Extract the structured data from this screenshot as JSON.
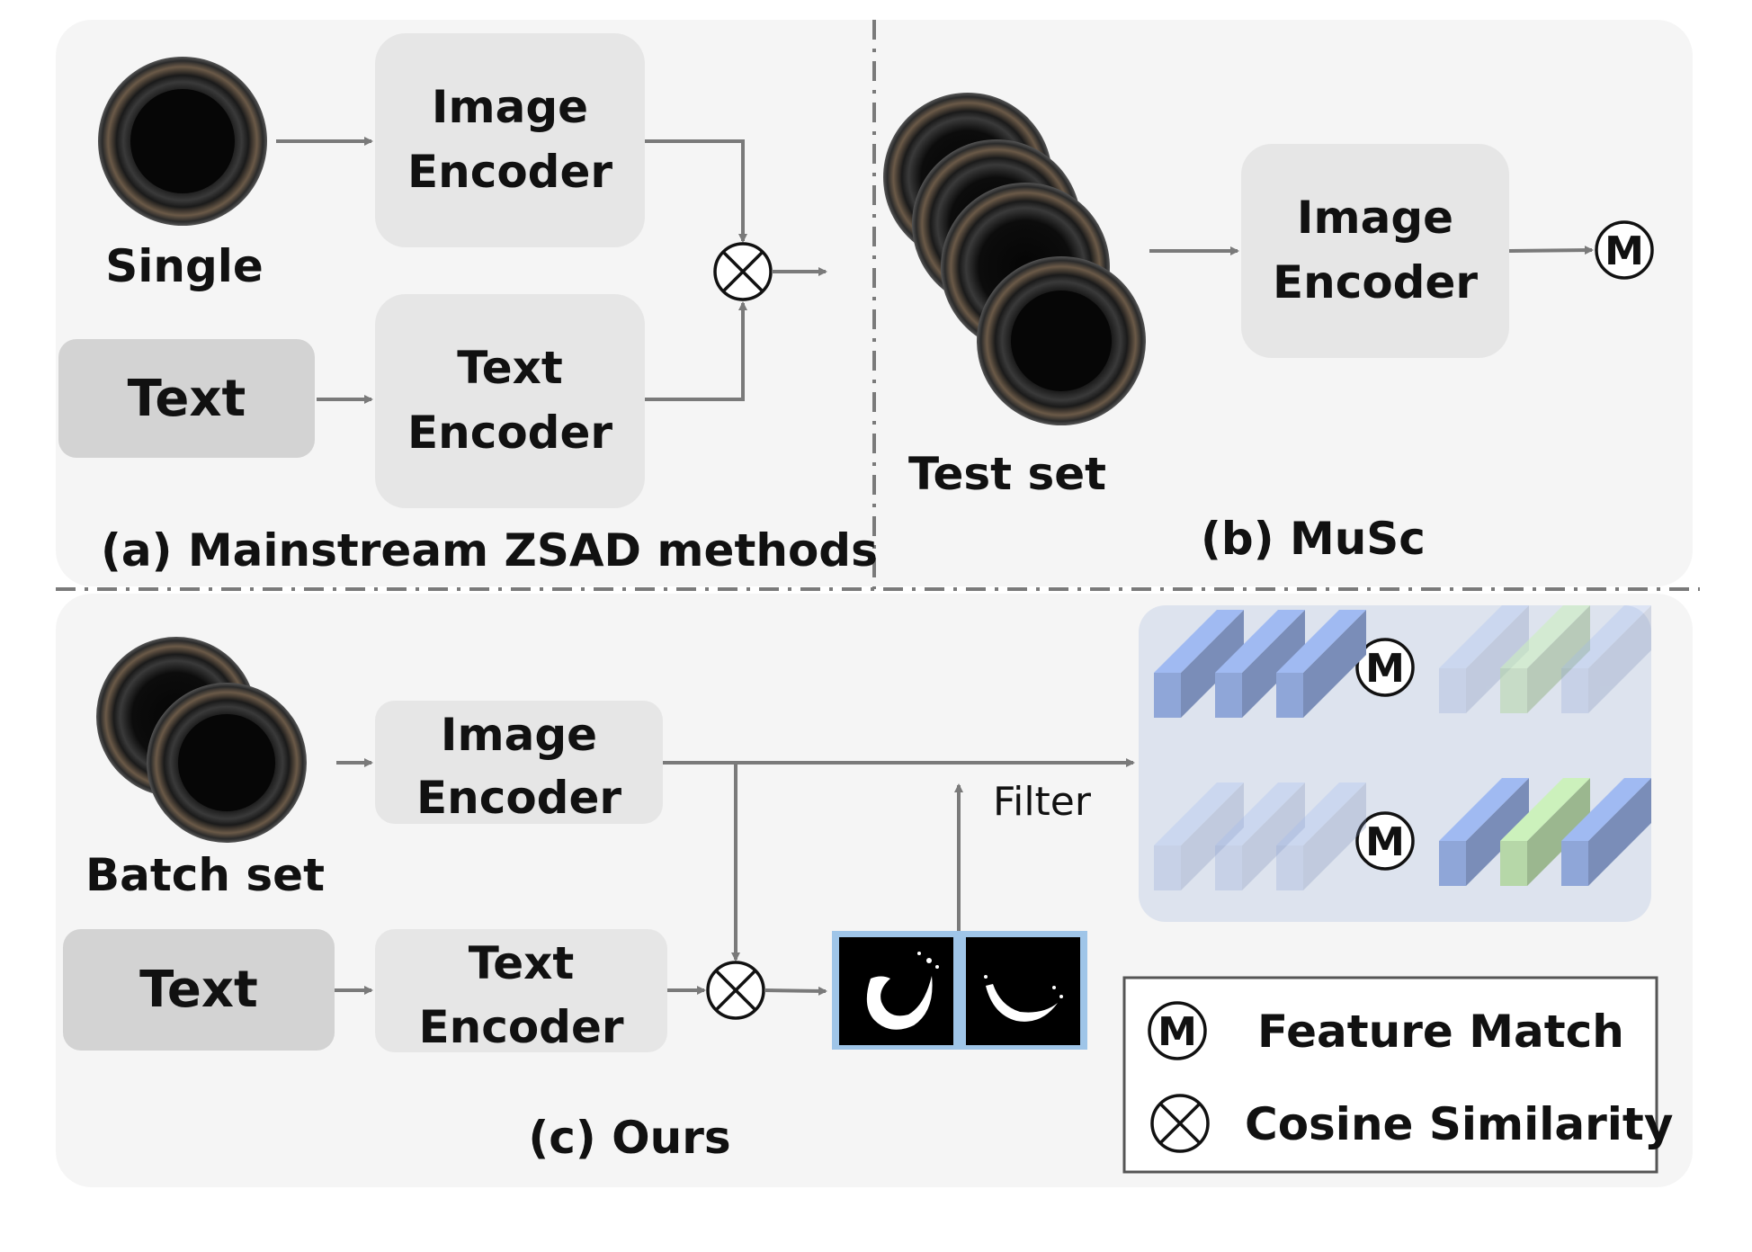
{
  "panel_a": {
    "caption": "(a) Mainstream ZSAD methods",
    "single_label": "Single",
    "text_box_label": "Text",
    "image_encoder": [
      "Image",
      "Encoder"
    ],
    "text_encoder": [
      "Text",
      "Encoder"
    ]
  },
  "panel_b": {
    "caption": "(b) MuSc",
    "test_set_label": "Test set",
    "image_encoder": [
      "Image",
      "Encoder"
    ]
  },
  "panel_c": {
    "caption": "(c) Ours",
    "batch_set_label": "Batch set",
    "text_box_label": "Text",
    "image_encoder": [
      "Image",
      "Encoder"
    ],
    "text_encoder": [
      "Text",
      "Encoder"
    ],
    "filter_label": "Filter"
  },
  "legend": {
    "feature_match": "Feature Match",
    "cosine_similarity": "Cosine Similarity"
  },
  "symbols": {
    "match": "M"
  },
  "colors": {
    "panel_bg": "#f5f5f5",
    "box_light": "#e6e6e6",
    "box_dark": "#d3d3d3",
    "arrow": "#7a7a7a",
    "feature_panel": "#dde3ee",
    "block_blue": "#8fa6d8",
    "block_green": "#b6d7a8",
    "mask_border": "#9fc5e8"
  }
}
